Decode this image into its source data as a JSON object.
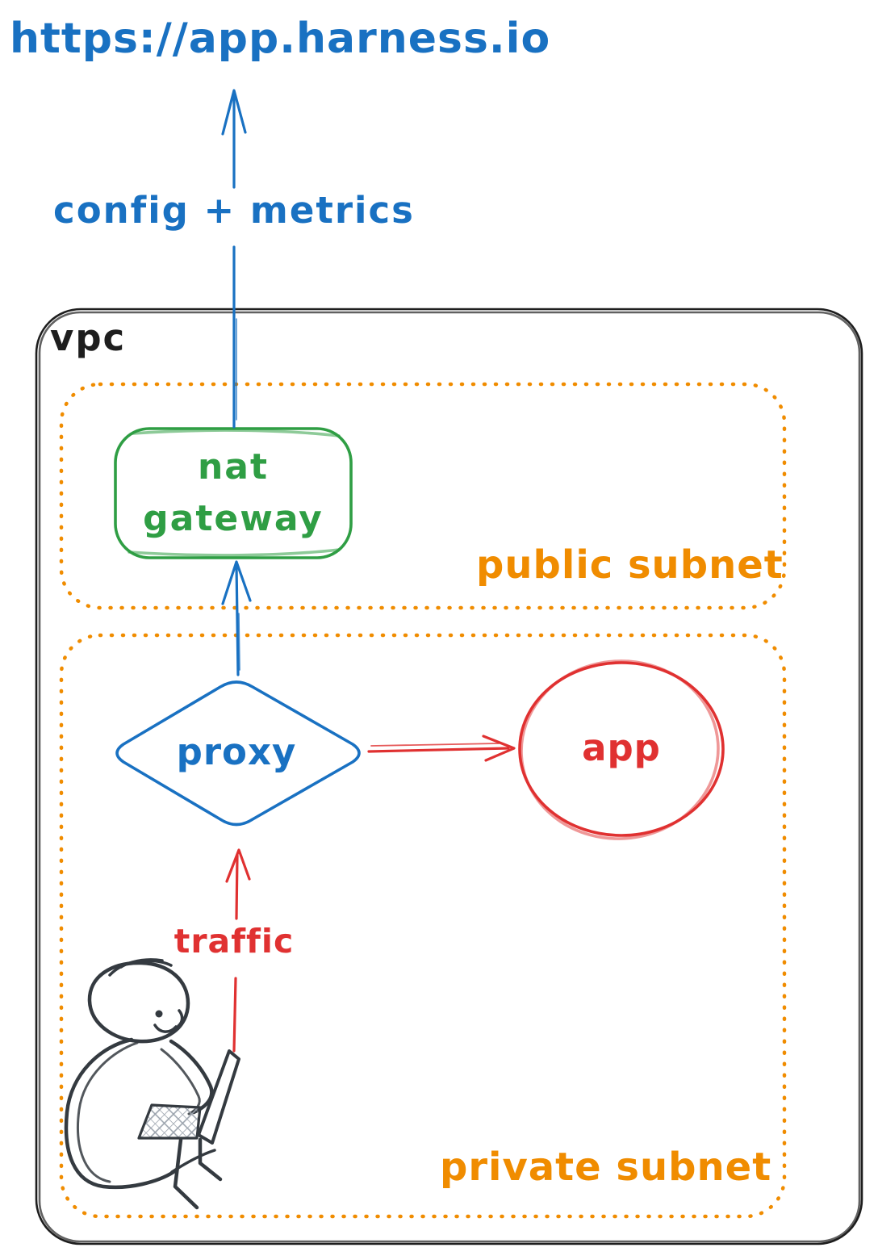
{
  "title": {
    "url": "https://app.harness.io"
  },
  "labels": {
    "config_metrics": "config + metrics",
    "vpc": "vpc",
    "public_subnet": "public subnet",
    "private_subnet": "private subnet",
    "nat_line1": "nat",
    "nat_line2": "gateway",
    "proxy": "proxy",
    "app": "app",
    "traffic": "traffic"
  },
  "colors": {
    "blue": "#1971c2",
    "green": "#2f9e44",
    "orange": "#f08c00",
    "red": "#e03131",
    "ink": "#1e1e1e",
    "person": "#343a40"
  }
}
